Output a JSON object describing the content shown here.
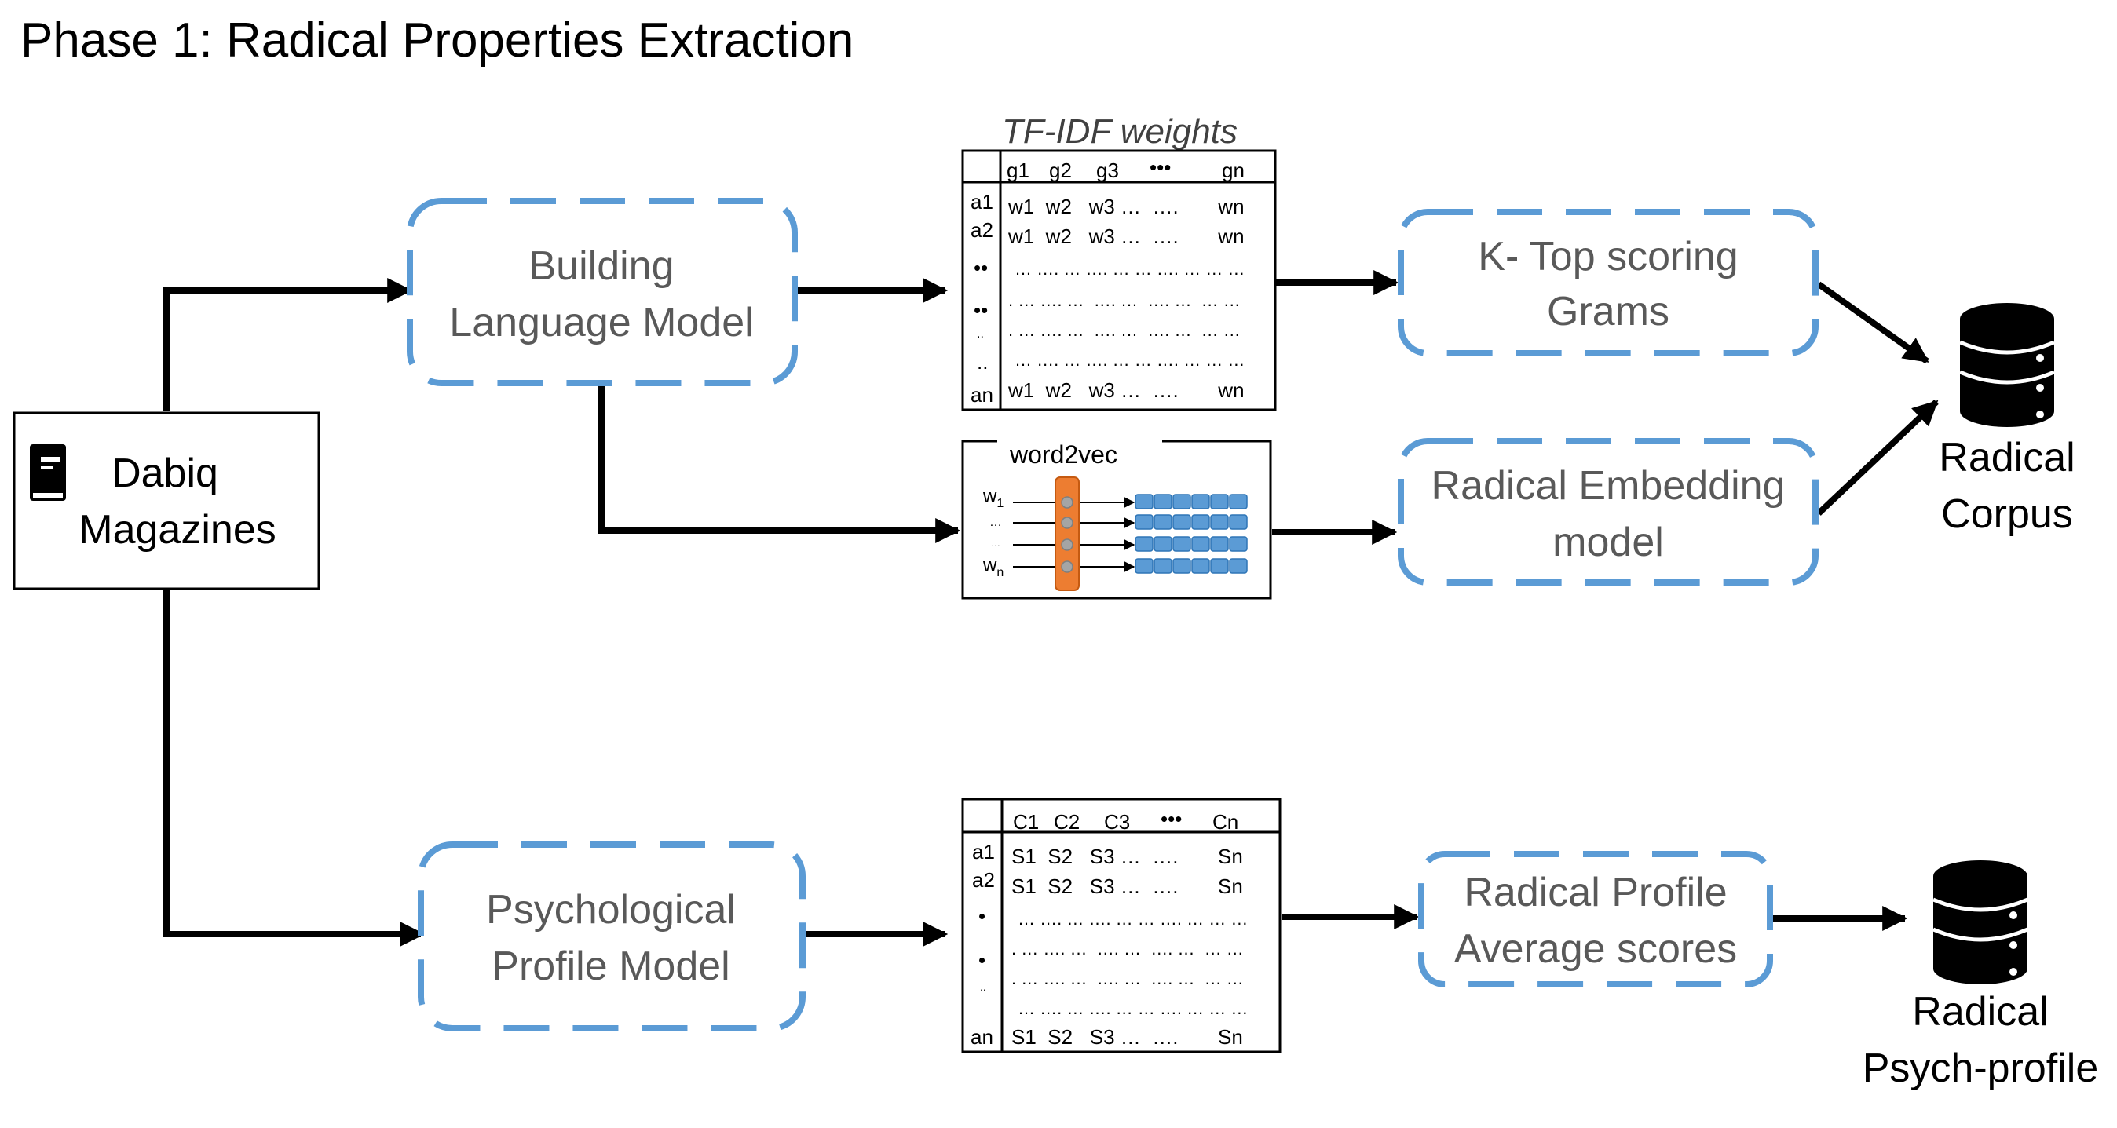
{
  "title": "Phase 1: Radical Properties Extraction",
  "source": {
    "label_line1": "Dabiq",
    "label_line2": "Magazines",
    "icon": "book-icon"
  },
  "language_model": {
    "line1": "Building",
    "line2": "Language Model"
  },
  "tfidf": {
    "caption": "TF-IDF weights",
    "headers": [
      "g1",
      "g2",
      "g3",
      "•••",
      "gn"
    ],
    "row_labels": [
      "a1",
      "a2",
      "••",
      "••",
      "..",
      "..",
      "an"
    ],
    "rows": [
      "w1  w2   w3 …  ….       wn",
      "w1  w2   w3 …  ….       wn",
      "… …. … …. … … …. … … …",
      ". … …. …  …. …  …. …  … …",
      ". … …. …  …. …  …. …  … …",
      "… …. … …. … … …. … … …",
      "w1  w2   w3 …  ….       wn"
    ]
  },
  "word2vec": {
    "title": "word2vec",
    "inputs": [
      "w",
      "…",
      "…",
      "w"
    ],
    "input_subs": [
      "1",
      "",
      "",
      "n"
    ]
  },
  "k_top": {
    "line1": "K- Top scoring",
    "line2": "Grams"
  },
  "embedding": {
    "line1": "Radical Embedding",
    "line2": "model"
  },
  "corpus": {
    "line1": "Radical",
    "line2": "Corpus",
    "icon": "database-icon"
  },
  "psych_model": {
    "line1": "Psychological",
    "line2": "Profile Model"
  },
  "scores": {
    "headers": [
      "C1",
      "C2",
      "C3",
      "•••",
      "Cn"
    ],
    "row_labels": [
      "a1",
      "a2",
      "•",
      "•",
      "..",
      "an"
    ],
    "rows": [
      "S1  S2   S3 …  ….       Sn",
      "S1  S2   S3 …  ….       Sn",
      "… …. … …. … … …. … … …",
      ". … …. …  …. …  …. …  … …",
      ". … …. …  …. …  …. …  … …",
      "… …. … …. … … …. … … …",
      "S1  S2   S3 …  ….       Sn"
    ]
  },
  "avg_scores": {
    "line1": "Radical Profile",
    "line2": "Average scores"
  },
  "psych_profile": {
    "line1": "Radical",
    "line2": "Psych-profile",
    "icon": "database-icon"
  },
  "colors": {
    "dashed_border": "#5b9bd5",
    "node_text": "#595959",
    "arrow": "#000000",
    "neuron_fill": "#ed7d31",
    "vector_fill": "#5b9bd5"
  }
}
